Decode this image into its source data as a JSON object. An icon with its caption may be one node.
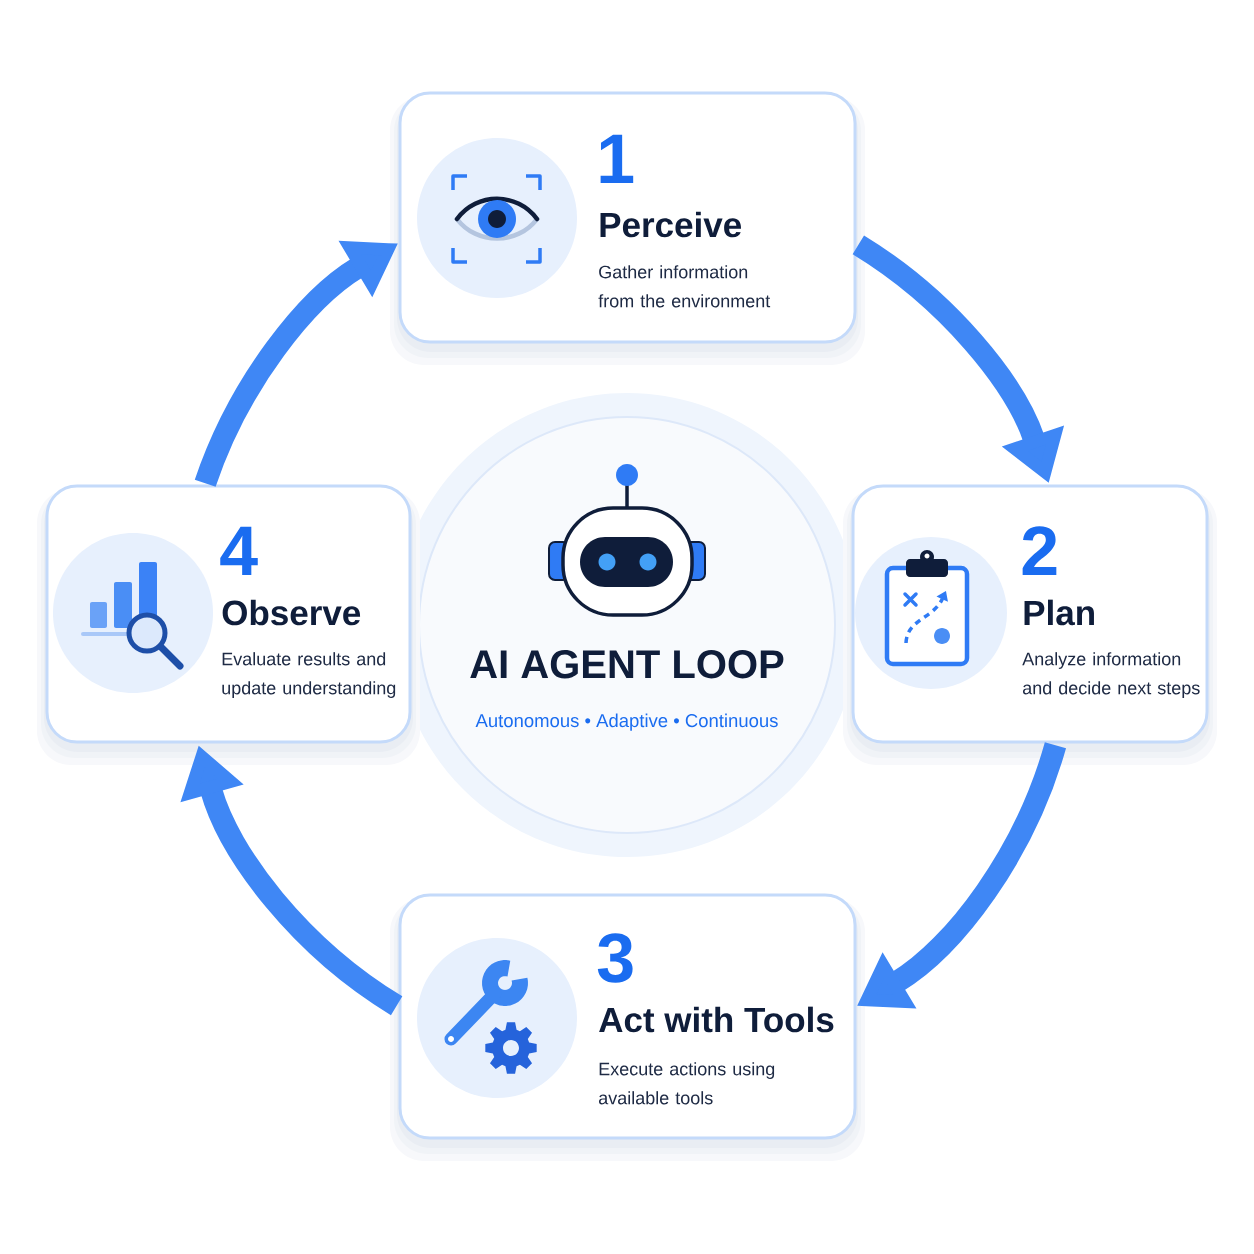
{
  "diagram": {
    "nodes": [
      {
        "text": [
          "AI AGENT LOOP",
          "Autonomous • Adaptive • Continuous"
        ]
      },
      {
        "text": [
          "1",
          "Perceive",
          "Gather information from the environment"
        ]
      },
      {
        "text": [
          "2",
          "Plan",
          "Analyze information and decide next steps"
        ]
      },
      {
        "text": [
          "3",
          "Act with Tools",
          "Execute actions using available tools"
        ]
      },
      {
        "text": [
          "4",
          "Observe",
          "Evaluate results and update understanding"
        ]
      }
    ],
    "edges": [
      {
        "from": 1,
        "to": 2,
        "arrow": "to"
      },
      {
        "from": 2,
        "to": 3,
        "arrow": "to"
      },
      {
        "from": 3,
        "to": 4,
        "arrow": "to"
      },
      {
        "from": 4,
        "to": 1,
        "arrow": "to"
      }
    ]
  }
}
